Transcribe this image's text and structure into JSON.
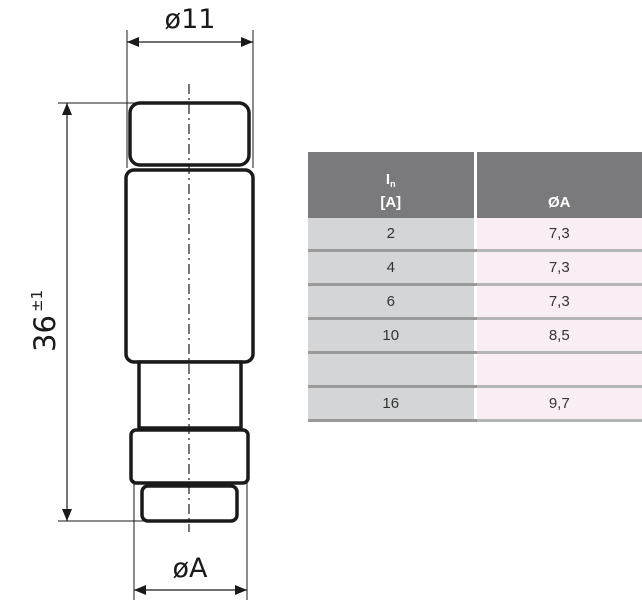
{
  "drawing": {
    "dim_top": "ø11",
    "dim_bottom": "øA",
    "dim_length": "36",
    "dim_length_tol": "±1"
  },
  "table": {
    "header": {
      "current_symbol": "I",
      "current_sub": "n",
      "current_unit": "[A]",
      "diameter": "ØA"
    },
    "rows": [
      {
        "current": "2",
        "diameter": "7,3"
      },
      {
        "current": "4",
        "diameter": "7,3"
      },
      {
        "current": "6",
        "diameter": "7,3"
      },
      {
        "current": "10",
        "diameter": "8,5"
      },
      {
        "current": "",
        "diameter": ""
      },
      {
        "current": "16",
        "diameter": "9,7"
      }
    ]
  },
  "colors": {
    "header_bg": "#7a7a7c",
    "col1_bg": "#d4d5d6",
    "col2_bg": "#f9eef4",
    "line": "#1a1a1a"
  }
}
